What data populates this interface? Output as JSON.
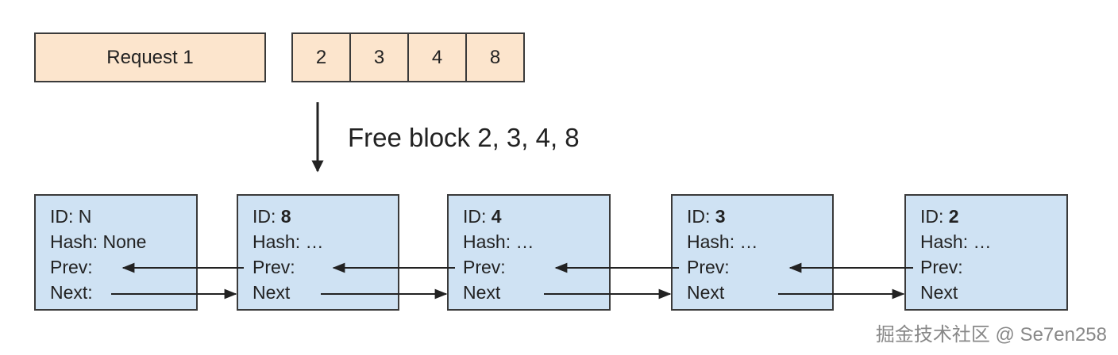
{
  "request": {
    "label": "Request 1"
  },
  "blocks": [
    "2",
    "3",
    "4",
    "8"
  ],
  "action": {
    "label": "Free block 2, 3, 4, 8"
  },
  "nodes": [
    {
      "id_label": "ID: ",
      "id": "N",
      "id_bold": false,
      "hash": "Hash: None",
      "prev": "Prev:",
      "next": "Next:"
    },
    {
      "id_label": "ID: ",
      "id": "8",
      "id_bold": true,
      "hash": "Hash: …",
      "prev": "Prev:",
      "next": "Next"
    },
    {
      "id_label": "ID: ",
      "id": "4",
      "id_bold": true,
      "hash": "Hash: …",
      "prev": "Prev:",
      "next": "Next"
    },
    {
      "id_label": "ID: ",
      "id": "3",
      "id_bold": true,
      "hash": "Hash: …",
      "prev": "Prev:",
      "next": "Next"
    },
    {
      "id_label": "ID: ",
      "id": "2",
      "id_bold": true,
      "hash": "Hash: …",
      "prev": "Prev:",
      "next": "Next"
    }
  ],
  "watermark": "掘金技术社区 @ Se7en258",
  "colors": {
    "request_fill": "#fce5cd",
    "node_fill": "#cfe2f3",
    "stroke": "#3a3a3a"
  }
}
